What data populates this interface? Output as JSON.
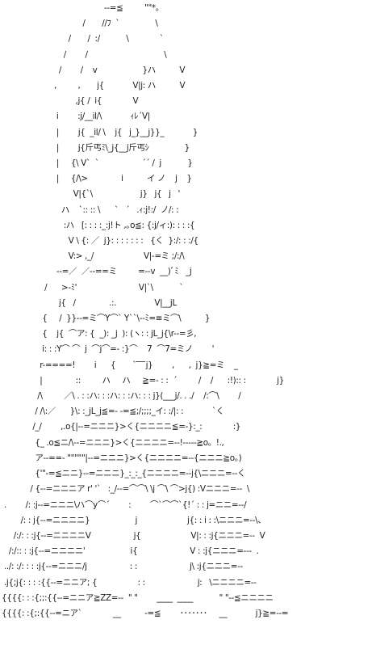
{
  "art": {
    "colors": {
      "background": "#ffffff",
      "ink": "#1a1a1a"
    },
    "lines": [
      "                                           --=≦         \"\"*｡",
      "                                  /       //ﾌ  `               \\",
      "                            /       /  :/           \\             `",
      "                          /        /                                \\",
      "                        /        /    v                   }ハ          V",
      "                      ,         ,       j{            V|j: ハ          V",
      "                               ,j{ /  i{             V",
      "                       i        :j/__il/\\            ｨﾚ´V|",
      "                       |        j{  _il/ \\    j{   j_}__j}}_            }",
      "                       |        j{斤丐ﾐ\\_j{__j斤丐ｼ               }",
      "                       |     {\\ V`  `                  ´´ /  j           }",
      "                       |     {/\\>              i          イ ノ    j    }",
      "                              V|{`\\                    j}   j{   j   '",
      "                         ハ    `:: :: \\      `   ´   .ｨ:j!:/  ノ/: :",
      "                          :ハ   [: : : :_:j!ト ,｡o≦: {:j/ィ:): : : :{",
      "                            V \\ {: ／  j}: : : : : : :   {く  }:/: : :/{",
      "                            V:> ,_/                     V|-=ミ ;/:/\\",
      "                       --=／  ／--==ミ         =--v  __)ﾞﾐ   _j",
      "                  /      >-ﾐ'                          V|`\\           `",
      "                        j{   /              .:.                V|__jL",
      "                 {     /  }}--=ミ⌒Y⌒` Y``\\--ﾐ=≡ミ⌒\\          }",
      "                 {    j{  ⌒ア: {  _): _j  ): (ヽ: : jL_j{\\r--=彡,",
      "                 i: : :Y⌒ ⌒  j  ⌒j⌒=- :}⌒    7  ⌒7=ミノ        '",
      "                r-====!        i      {       ` ̄ ̄ ̄ ̄j}        ,      ,  j}≧=ミ    _",
      "                |              ::         ハ     ハ     ≧=- : :  ´         /    /      :!):: :             j}",
      "               /\\         ／\\ . : :ハ: : :ハ: : :ハ: : : j}(___j/. . ./    /:⌒\\        /",
      "              / /\\:／      }\\: :_jL_j≦=- -=≦;/;;;;_イ: :/|: :            `く",
      "             /_/        ,.o{|--=ニニニ}>く{ニニニニ≦=-}:_:             :}",
      "              {_ .o≦ニ/\\--=ニニニ}>く{ニニニニ=--!-----≧o。!.,",
      "              ア--==- \"\"\"\"\"|--=ニニニ}>く{ニニニニ=--{ニニニ≧o。)",
      "              {'\"-=≦ニニ}--=ニニニ}_:_:_{ニニニニ=--j{\\ニニニ=--く",
      "            / {--=ニニニア r' '`   :_/--=⌒⌒\\ \\j ⌒\\ ⌒>j{) :Vニニニ=--  \\",
      " .        /: :j--=ニニニ\\ハ⌒y⌒´        :        ⌒`⌒⌒`{!´ : : j=ニニ=--/",
      "        /: : j{--=ニニニニ}                   j                     j{: : i : :\\ニニニ=--\\、",
      "     /:/: : :j{--=ニニニニV                  j{                     V|: : :j{ニニニ=--  V",
      "   /:/:: : :j{--=ニニニニ'                   i{                      V : :j{ニニニ=---  .",
      " ../: :/: : : :j{--=ニニニ/j                  : :                      j\\ :j{ニニニ=--",
      " .j{;j{: : : :{{--=ニニア; {                 : :                      j:   \\ニニニニ=--",
      "{{{{: : :{;;:{{--=ニニア≧ZZ=--  \" \"        ____  ____           \" \"--≦ニニニニ",
      "{{{{: :{;:{{--=ニア`             __          -=≦        ･･･････     __            j}≧=--="
    ]
  }
}
